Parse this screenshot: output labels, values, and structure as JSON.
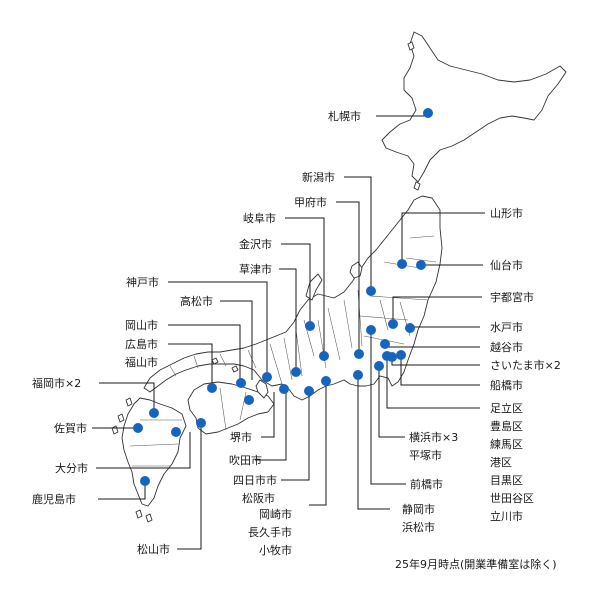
{
  "note": "25年9月時点(開業準備室は除く)",
  "colors": {
    "marker": "#1565c0",
    "outline": "#333333",
    "leader": "#1a1a1a"
  },
  "labels": {
    "sapporo": "札幌市",
    "niigata": "新潟市",
    "kofu": "甲府市",
    "gifu": "岐阜市",
    "kanazawa": "金沢市",
    "kusatsu": "草津市",
    "kobe": "神戸市",
    "takamatsu": "高松市",
    "okayama": "岡山市",
    "hiroshima": "広島市",
    "fukuyama": "福山市",
    "fukuoka": "福岡市×2",
    "saga": "佐賀市",
    "oita": "大分市",
    "kagoshima": "鹿児島市",
    "matsuyama": "松山市",
    "sakai": "堺市",
    "suita": "吹田市",
    "yokkaichi": "四日市市",
    "matsusaka": "松阪市",
    "okazaki": "岡崎市",
    "nagakute": "長久手市",
    "komaki": "小牧市",
    "shizuoka": "静岡市",
    "hamamatsu": "浜松市",
    "maebashi": "前橋市",
    "yokohama": "横浜市×3",
    "hiratsuka": "平塚市",
    "yamagata": "山形市",
    "sendai": "仙台市",
    "utsunomiya": "宇都宮市",
    "mito": "水戸市",
    "koshigaya": "越谷市",
    "saitama": "さいたま市×2",
    "funabashi": "船橋市",
    "adachi": "足立区",
    "toshima": "豊島区",
    "nerima": "練馬区",
    "minato": "港区",
    "meguro": "目黒区",
    "setagaya": "世田谷区",
    "tachikawa": "立川市"
  }
}
